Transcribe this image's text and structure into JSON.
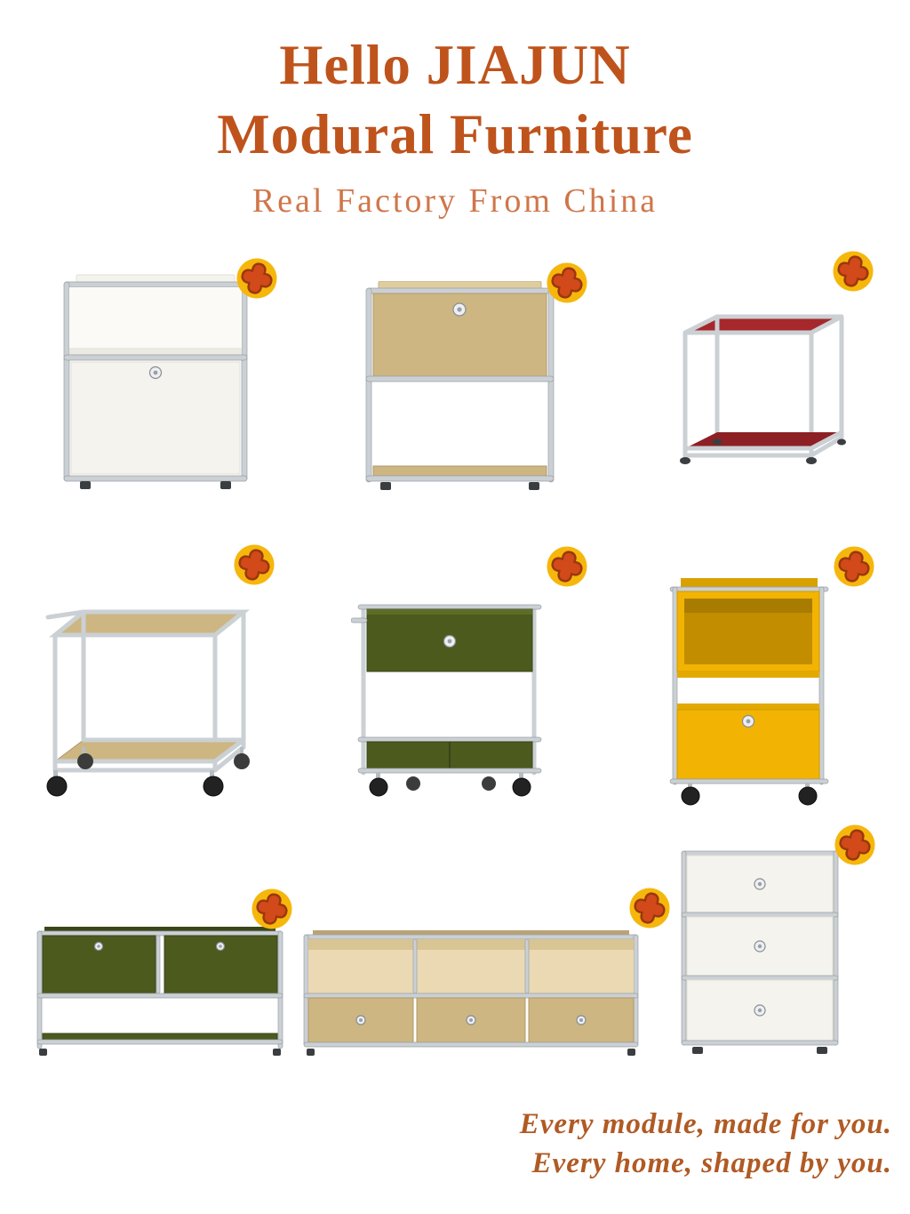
{
  "header": {
    "title_line1": "Hello JIAJUN",
    "title_line2": "Modural Furniture",
    "subtitle": "Real Factory From China"
  },
  "footer": {
    "line1": "Every module, made for you.",
    "line2": "Every home, shaped by you."
  },
  "plus_button": {
    "label": "add"
  },
  "products": [
    {
      "name": "white-two-tier-cabinet-with-drop-door"
    },
    {
      "name": "beige-drop-door-bedside-table"
    },
    {
      "name": "red-open-cube-side-table"
    },
    {
      "name": "beige-two-tier-trolley-cart"
    },
    {
      "name": "olive-green-bar-cart"
    },
    {
      "name": "yellow-mobile-pedestal-cabinet"
    },
    {
      "name": "olive-green-two-door-sideboard"
    },
    {
      "name": "beige-three-bay-credenza"
    },
    {
      "name": "white-three-drawer-highboard"
    }
  ],
  "colors": {
    "c-title": "#bf531c",
    "c-subtitle": "#d0764a",
    "c-script": "#b05a24",
    "c-plus-circle": "#f6b70c",
    "c-plus-cross": "#d2491a",
    "c-plus-outline": "#9a380e",
    "c-pearl": "#f4f3ed",
    "c-beige": "#cdb682",
    "c-beige-light": "#dfcda0",
    "c-red": "#a6282c",
    "c-red-dark": "#8c2024",
    "c-olive": "#4c5a1e",
    "c-yellow": "#f2b303",
    "c-chrome": "#cbd0d4",
    "c-chrome-dark": "#9aa0a6"
  }
}
